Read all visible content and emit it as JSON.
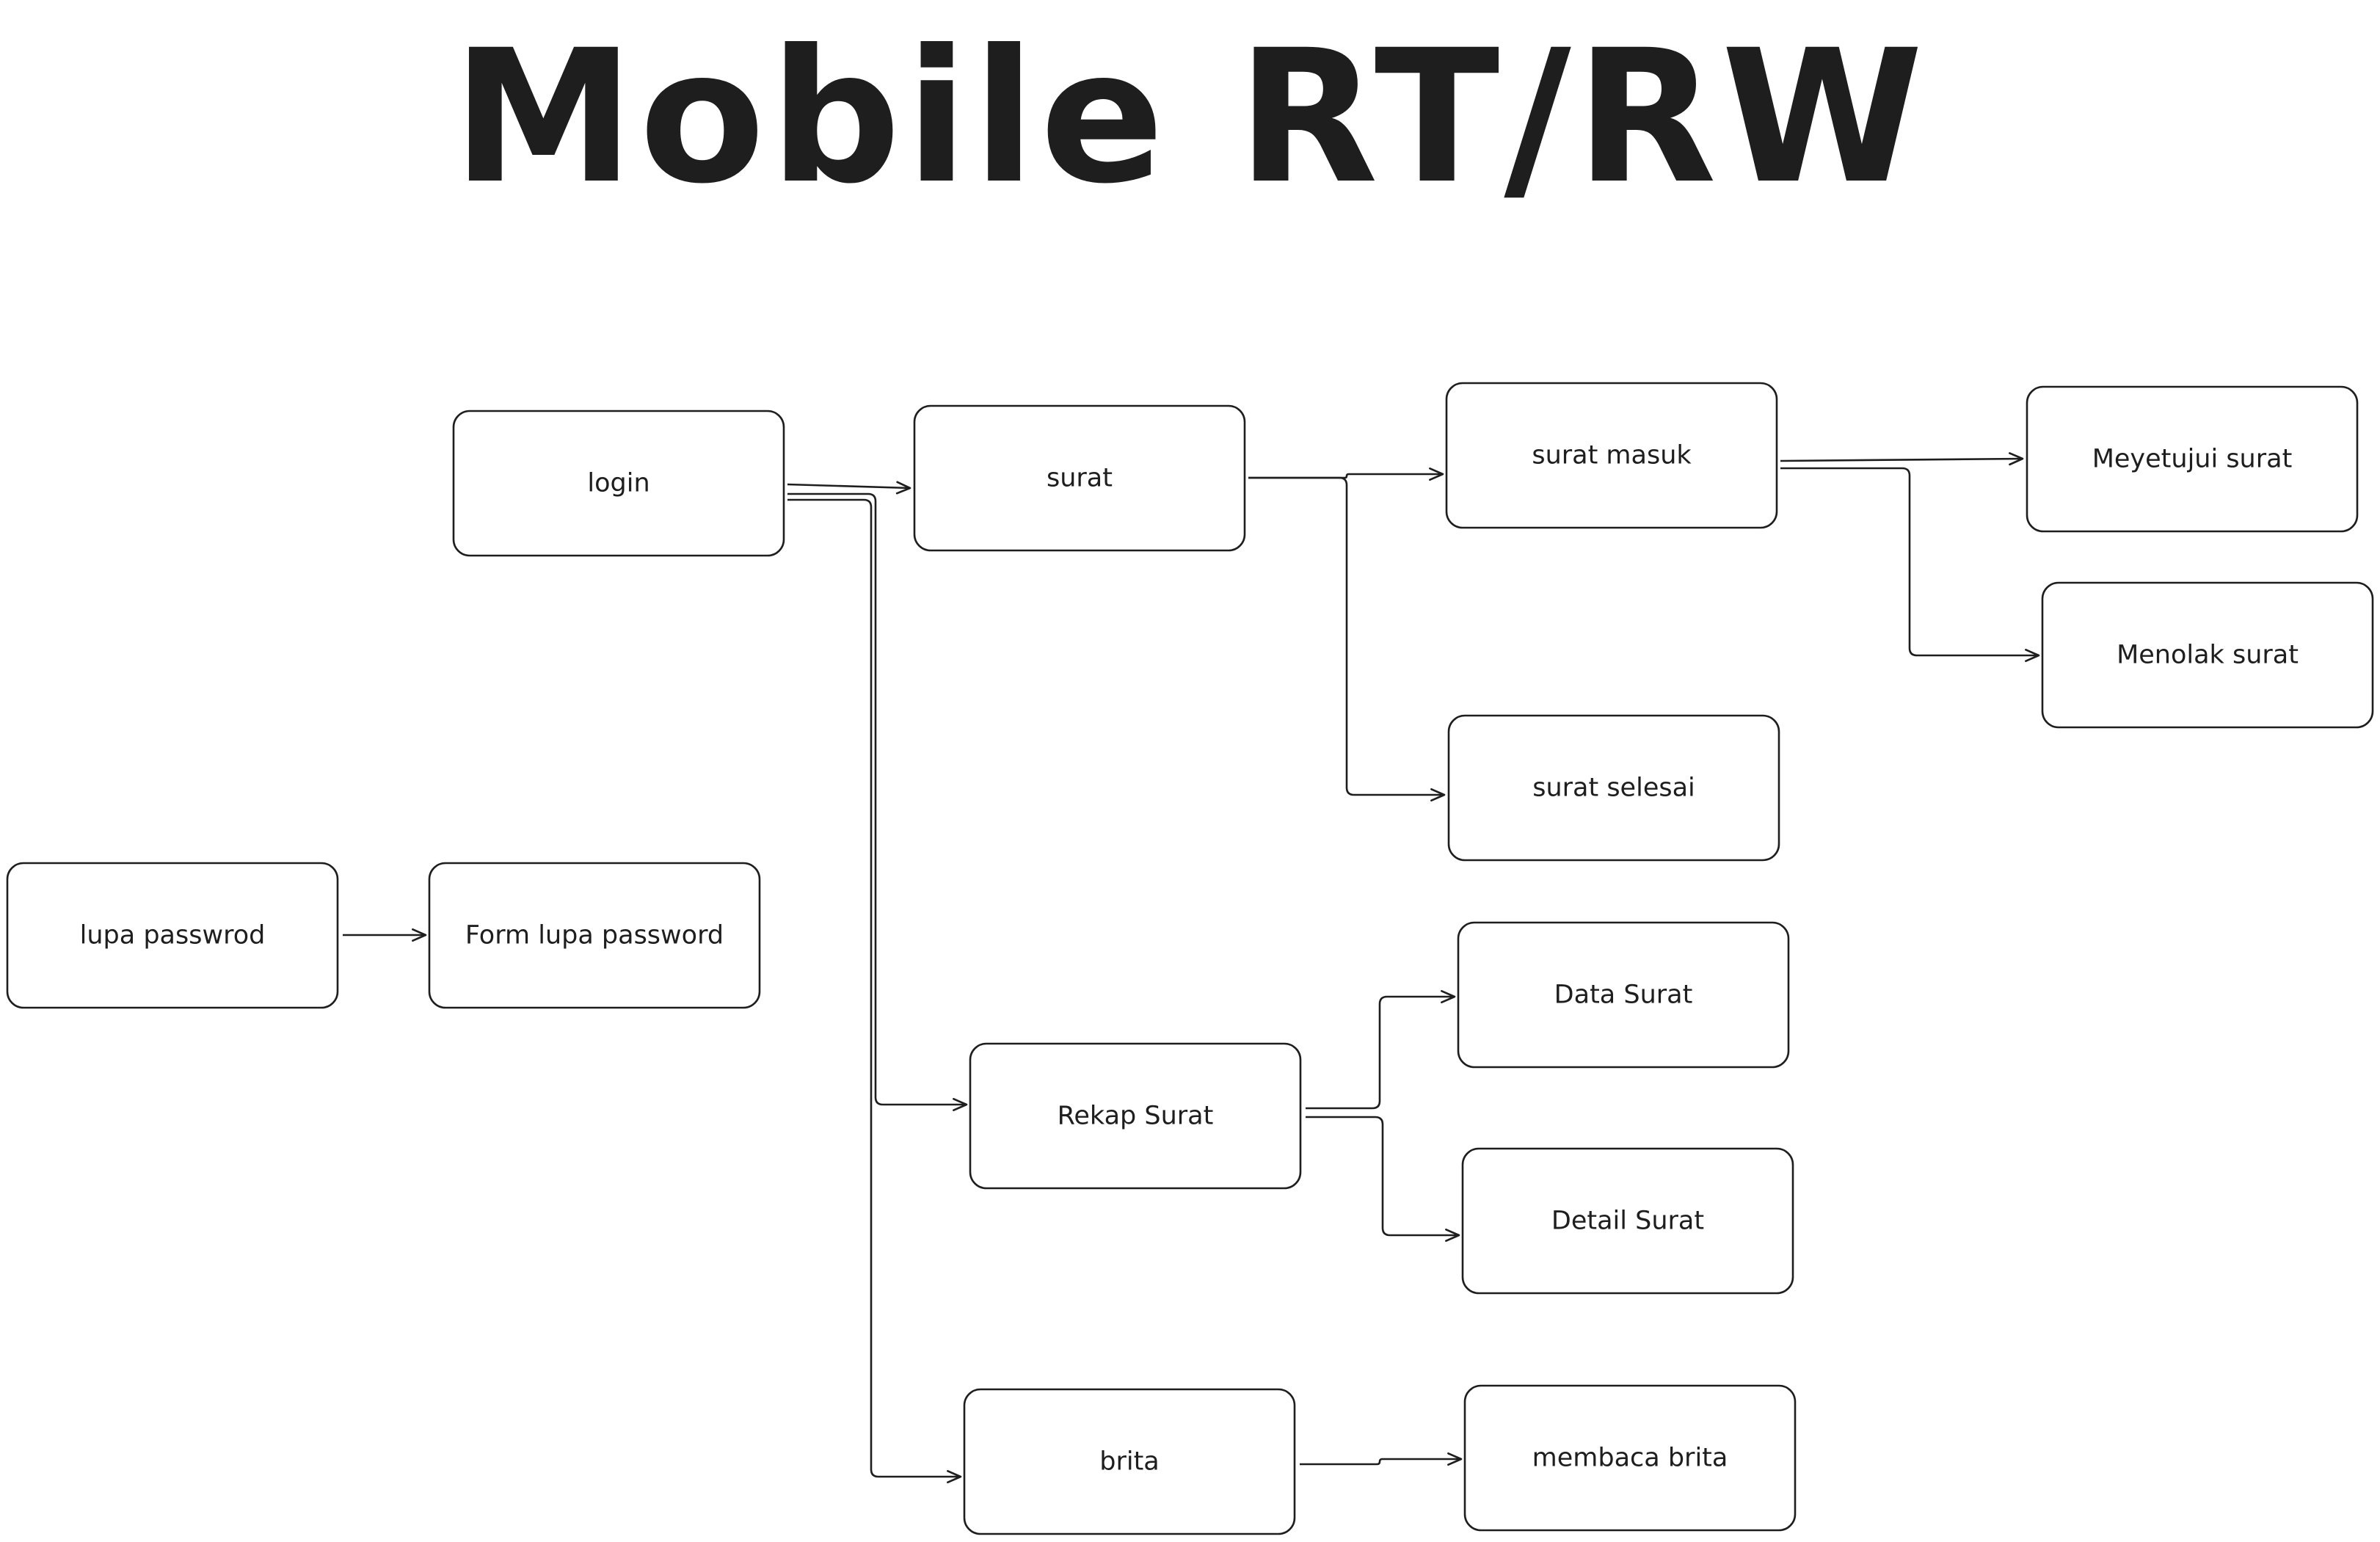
{
  "title": "Mobile RT/RW",
  "colors": {
    "ink": "#1e1e1e",
    "background": "#ffffff"
  },
  "nodes": [
    {
      "id": "login",
      "label": "login"
    },
    {
      "id": "surat",
      "label": "surat"
    },
    {
      "id": "surat-masuk",
      "label": "surat masuk"
    },
    {
      "id": "meyetujui-surat",
      "label": "Meyetujui surat"
    },
    {
      "id": "menolak-surat",
      "label": "Menolak surat"
    },
    {
      "id": "surat-selesai",
      "label": "surat selesai"
    },
    {
      "id": "lupa-passwrod",
      "label": "lupa passwrod"
    },
    {
      "id": "form-lupa-password",
      "label": "Form lupa password"
    },
    {
      "id": "rekap-surat",
      "label": "Rekap Surat"
    },
    {
      "id": "data-surat",
      "label": "Data Surat"
    },
    {
      "id": "detail-surat",
      "label": "Detail Surat"
    },
    {
      "id": "brita",
      "label": "brita"
    },
    {
      "id": "membaca-brita",
      "label": "membaca brita"
    }
  ],
  "edges": [
    {
      "from": "login",
      "to": "surat"
    },
    {
      "from": "login",
      "to": "rekap-surat"
    },
    {
      "from": "login",
      "to": "brita"
    },
    {
      "from": "surat",
      "to": "surat-masuk"
    },
    {
      "from": "surat",
      "to": "surat-selesai"
    },
    {
      "from": "surat-masuk",
      "to": "meyetujui-surat"
    },
    {
      "from": "surat-masuk",
      "to": "menolak-surat"
    },
    {
      "from": "lupa-passwrod",
      "to": "form-lupa-password"
    },
    {
      "from": "rekap-surat",
      "to": "data-surat"
    },
    {
      "from": "rekap-surat",
      "to": "detail-surat"
    },
    {
      "from": "brita",
      "to": "membaca-brita"
    }
  ]
}
